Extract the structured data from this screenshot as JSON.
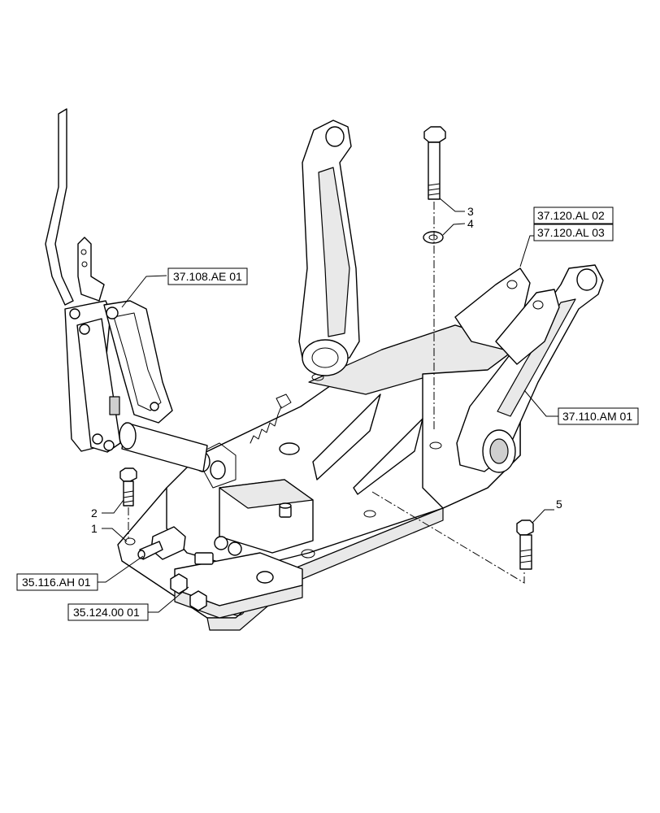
{
  "item_numbers": {
    "n1": "1",
    "n2": "2",
    "n3": "3",
    "n4": "4",
    "n5": "5"
  },
  "references": {
    "r_37_108": "37.108.AE 01",
    "r_37_120_02": "37.120.AL 02",
    "r_37_120_03": "37.120.AL 03",
    "r_37_110": "37.110.AM 01",
    "r_35_116": "35.116.AH 01",
    "r_35_124": "35.124.00 01"
  }
}
